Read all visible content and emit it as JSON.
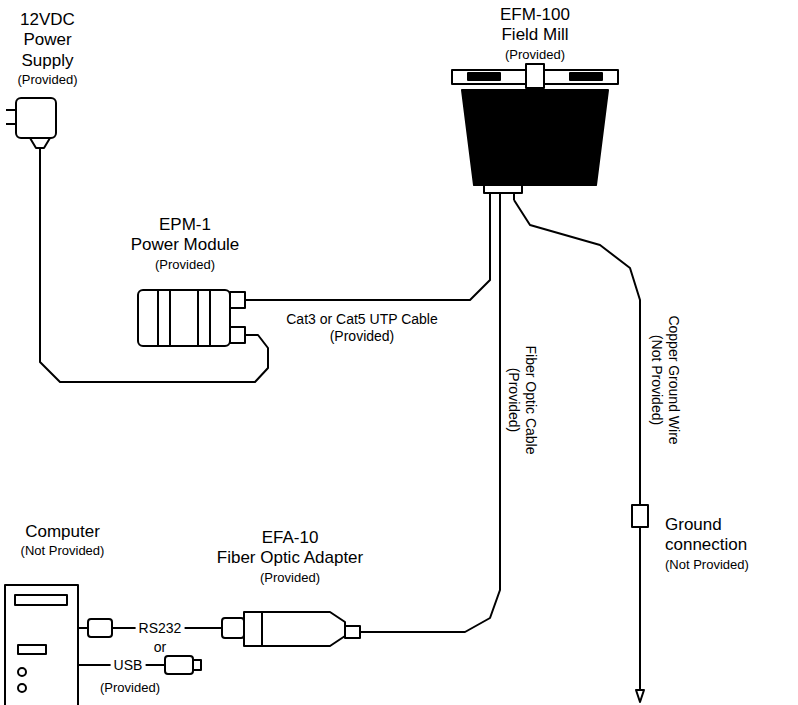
{
  "diagram": {
    "nodes": [
      {
        "text": [
          "EFM-100 Field Mill",
          "(Provided)"
        ]
      },
      {
        "text": [
          "12VDC Power Supply",
          "(Provided)"
        ]
      },
      {
        "text": [
          "EPM-1 Power Module",
          "(Provided)"
        ]
      },
      {
        "text": [
          "Computer",
          "(Not Provided)"
        ]
      },
      {
        "text": [
          "EFA-10 Fiber Optic Adapter",
          "(Provided)"
        ]
      },
      {
        "text": [
          "Ground connection",
          "(Not Provided)"
        ]
      }
    ],
    "edges": [
      {
        "from": 2,
        "to": 0,
        "label": "Cat3 or Cat5 UTP Cable (Provided)",
        "arrow": "none"
      },
      {
        "from": 1,
        "to": 2,
        "arrow": "none"
      },
      {
        "from": 0,
        "to": 4,
        "label": "Fiber Optic Cable (Provided)",
        "arrow": "none"
      },
      {
        "from": 0,
        "to": 5,
        "label": "Copper Ground Wire (Not Provided)",
        "arrow": "none"
      },
      {
        "from": 3,
        "to": 4,
        "label": "RS232",
        "arrow": "none"
      }
    ],
    "labels": [
      "or",
      "USB",
      "(Provided)"
    ]
  }
}
